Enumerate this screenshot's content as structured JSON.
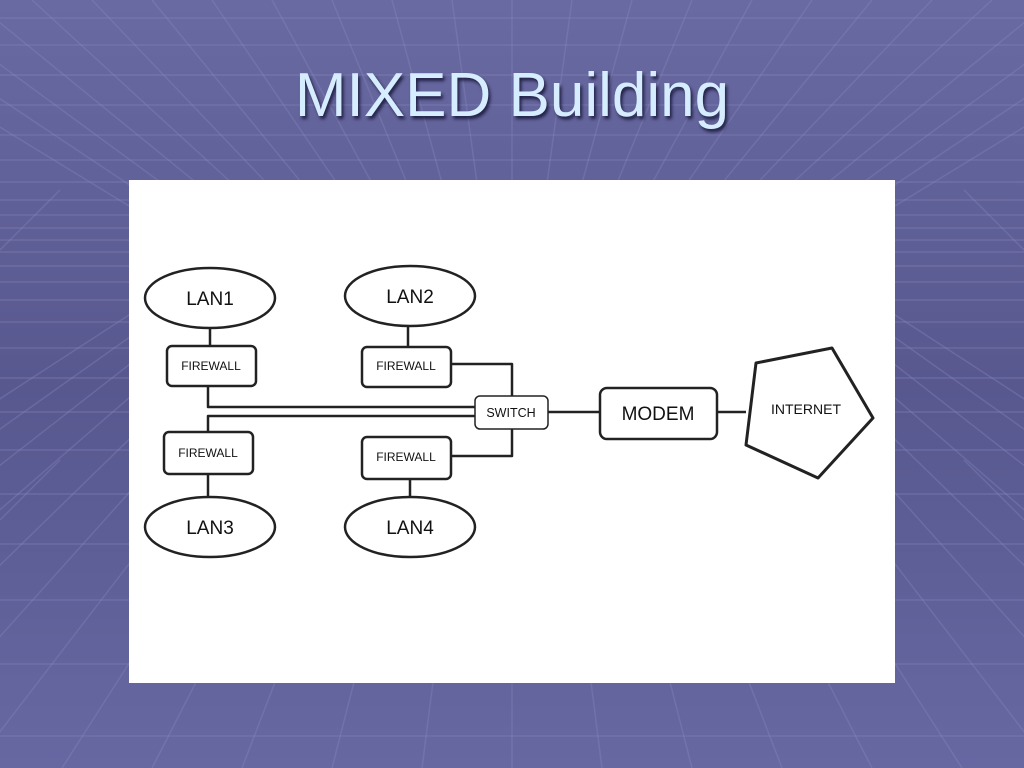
{
  "slide": {
    "title": "MIXED Building"
  },
  "diagram": {
    "nodes": {
      "lan1": "LAN1",
      "lan2": "LAN2",
      "lan3": "LAN3",
      "lan4": "LAN4",
      "firewall_1": "FIREWALL",
      "firewall_2": "FIREWALL",
      "firewall_3": "FIREWALL",
      "firewall_4": "FIREWALL",
      "switch": "SWITCH",
      "modem": "MODEM",
      "internet": "INTERNET"
    },
    "edges": [
      [
        "lan1",
        "firewall_1"
      ],
      [
        "lan2",
        "firewall_2"
      ],
      [
        "lan3",
        "firewall_3"
      ],
      [
        "lan4",
        "firewall_4"
      ],
      [
        "firewall_1",
        "switch"
      ],
      [
        "firewall_2",
        "switch"
      ],
      [
        "firewall_3",
        "switch"
      ],
      [
        "firewall_4",
        "switch"
      ],
      [
        "switch",
        "modem"
      ],
      [
        "modem",
        "internet"
      ]
    ]
  },
  "colors": {
    "background": "#5f5f9a",
    "title": "#d6ecff",
    "panel": "#ffffff",
    "stroke": "#222222"
  }
}
